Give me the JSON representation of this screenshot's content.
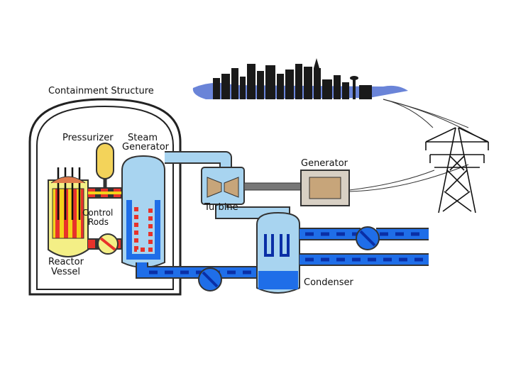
{
  "diagram": {
    "labels": {
      "containment": "Containment Structure",
      "pressurizer": "Pressurizer",
      "steam_generator_line1": "Steam",
      "steam_generator_line2": "Generator",
      "generator": "Generator",
      "turbine": "Turbine",
      "control_rods_line1": "Control",
      "control_rods_line2": "Rods",
      "reactor_vessel_line1": "Reactor",
      "reactor_vessel_line2": "Vessel",
      "condenser": "Condenser"
    },
    "colors": {
      "hot_loop_red": "#e8322a",
      "hot_loop_yellow": "#f2d21b",
      "cold_water_blue": "#1f6ee8",
      "dark_blue_dash": "#0a2fa6",
      "steam_light_blue": "#a8d4f0",
      "vessel_yellow": "#f4ef86",
      "pressurizer_yellow": "#f3d35a",
      "city_blue": "#6a84d8",
      "building_dark": "#1a1a1a",
      "generator_tan": "#c7a57a"
    }
  }
}
